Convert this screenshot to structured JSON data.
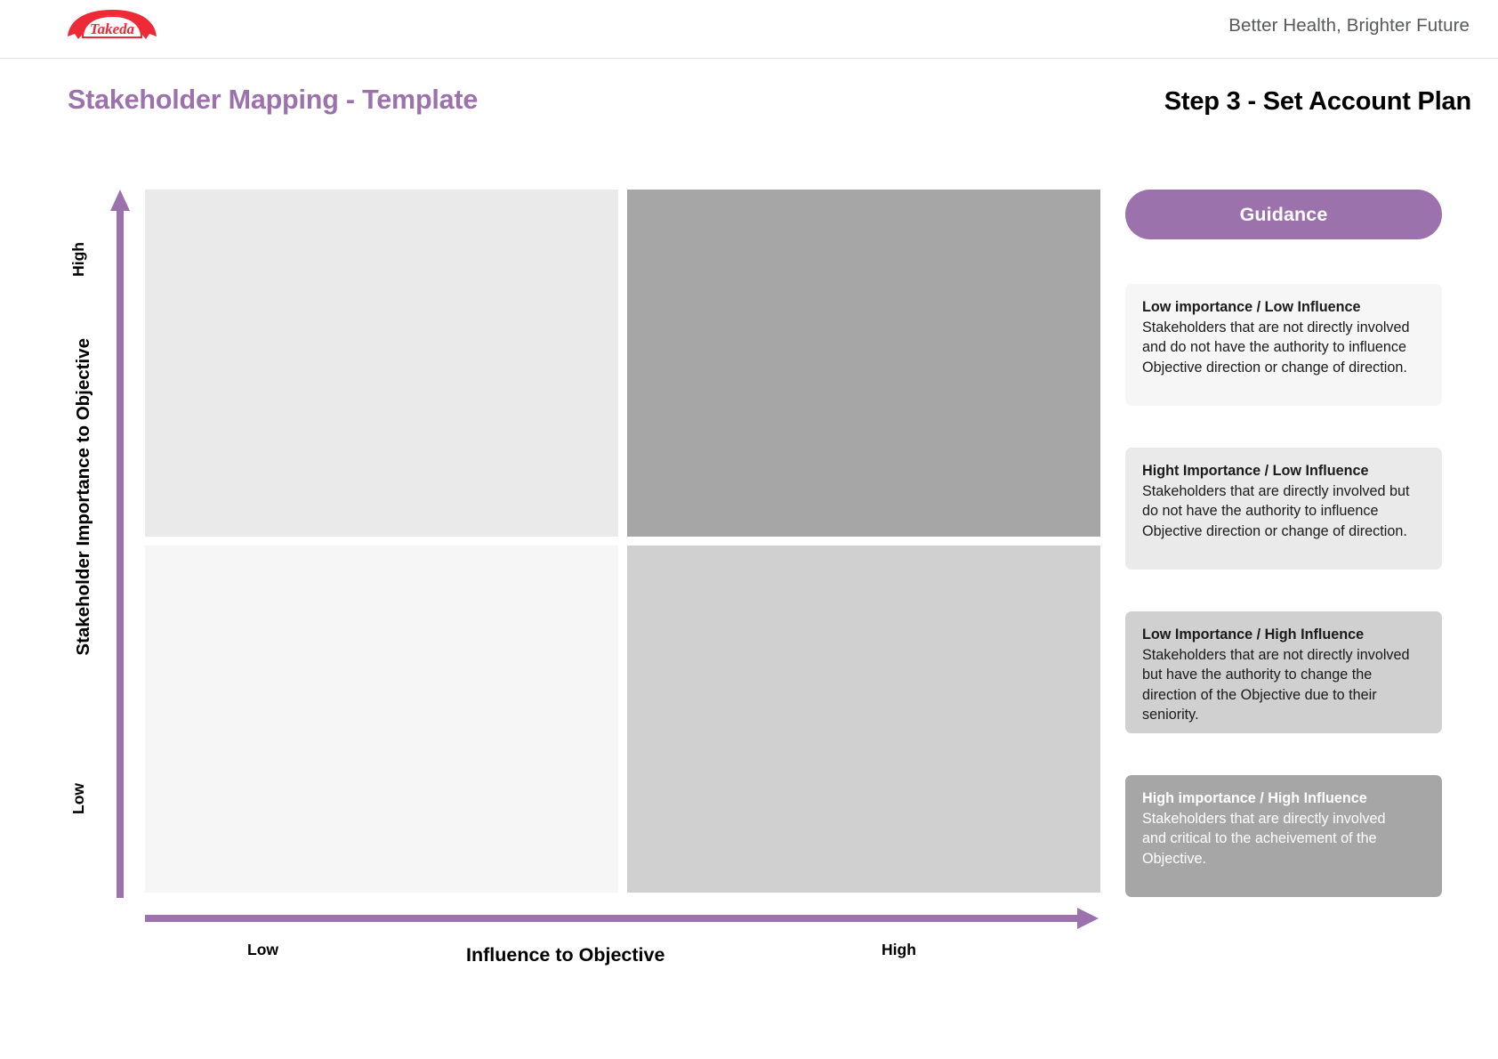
{
  "brand": {
    "logo_text": "Takeda",
    "logo_color": "#ED2A36",
    "tagline": "Better Health, Brighter Future"
  },
  "header": {
    "page_title": "Stakeholder Mapping - Template",
    "step_title": "Step 3 - Set Account Plan",
    "title_color": "#9b72ab"
  },
  "matrix": {
    "quadrants": [
      {
        "key": "top-left",
        "name": "high-importance-low-influence",
        "color": "#eaeaea"
      },
      {
        "key": "top-right",
        "name": "high-importance-high-influence",
        "color": "#a6a6a6"
      },
      {
        "key": "bottom-left",
        "name": "low-importance-low-influence",
        "color": "#f6f6f6"
      },
      {
        "key": "bottom-right",
        "name": "low-importance-high-influence",
        "color": "#d0d0d0"
      }
    ],
    "y_axis": {
      "title": "Stakeholder Importance to Objective",
      "high_label": "High",
      "low_label": "Low",
      "arrow_color": "#9b72ab"
    },
    "x_axis": {
      "title": "Influence to Objective",
      "low_label": "Low",
      "high_label": "High",
      "arrow_color": "#9b72ab"
    }
  },
  "guidance": {
    "button_label": "Guidance",
    "button_color": "#9b72ab",
    "cards": [
      {
        "title": "Low importance / Low Influence",
        "body": "Stakeholders that are not directly involved\nand do not have the authority to influence\nObjective direction or change of direction.",
        "bg": "#f6f6f6",
        "fg": "#1a1a1a"
      },
      {
        "title": "Hight Importance / Low Influence",
        "body": "Stakeholders that are directly involved but\ndo not have the authority to influence\nObjective direction or change of direction.",
        "bg": "#eaeaea",
        "fg": "#1a1a1a"
      },
      {
        "title": "Low Importance / High Influence",
        "body": "Stakeholders that are not directly involved\nbut have the authority to change the\ndirection of the Objective due to their\nseniority.",
        "bg": "#d0d0d0",
        "fg": "#1a1a1a"
      },
      {
        "title": "High importance / High Influence",
        "body": "Stakeholders that are directly involved\nand critical to the acheivement of the\nObjective.",
        "bg": "#a6a6a6",
        "fg": "#ffffff"
      }
    ]
  }
}
